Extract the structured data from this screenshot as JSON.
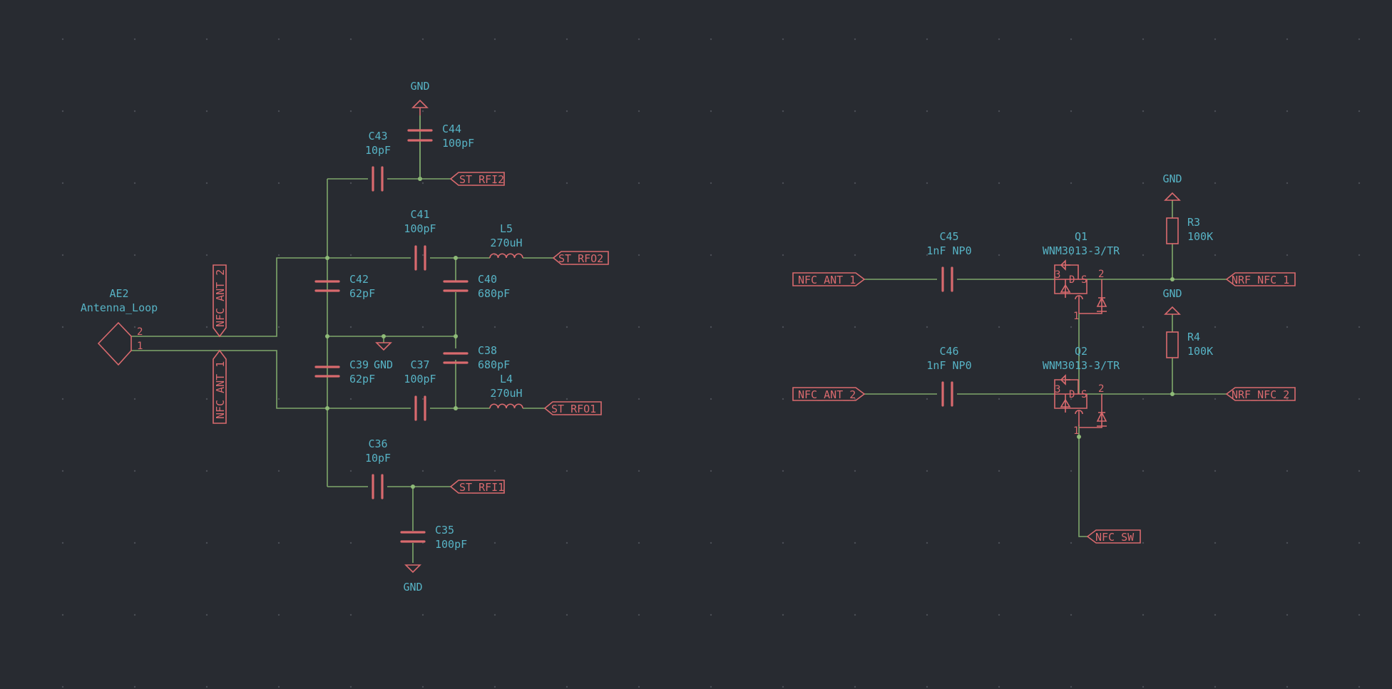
{
  "components": {
    "ae2": {
      "ref": "AE2",
      "value": "Antenna_Loop",
      "pin2": "2",
      "pin1": "1"
    },
    "c43": {
      "ref": "C43",
      "value": "10pF"
    },
    "c44": {
      "ref": "C44",
      "value": "100pF"
    },
    "c41": {
      "ref": "C41",
      "value": "100pF"
    },
    "l5": {
      "ref": "L5",
      "value": "270uH"
    },
    "c42": {
      "ref": "C42",
      "value": "62pF"
    },
    "c40": {
      "ref": "C40",
      "value": "680pF"
    },
    "c39": {
      "ref": "C39",
      "value": "62pF"
    },
    "c37": {
      "ref": "C37",
      "value": "100pF"
    },
    "c38": {
      "ref": "C38",
      "value": "680pF"
    },
    "l4": {
      "ref": "L4",
      "value": "270uH"
    },
    "c36": {
      "ref": "C36",
      "value": "10pF"
    },
    "c35": {
      "ref": "C35",
      "value": "100pF"
    },
    "c45": {
      "ref": "C45",
      "value": "1nF NP0"
    },
    "c46": {
      "ref": "C46",
      "value": "1nF NP0"
    },
    "q1": {
      "ref": "Q1",
      "value": "WNM3013-3/TR",
      "pin3": "3",
      "pin2": "2",
      "pin1": "1",
      "d": "D",
      "s": "S"
    },
    "q2": {
      "ref": "Q2",
      "value": "WNM3013-3/TR",
      "pin3": "3",
      "pin2": "2",
      "pin1": "1",
      "d": "D",
      "s": "S"
    },
    "r3": {
      "ref": "R3",
      "value": "100K"
    },
    "r4": {
      "ref": "R4",
      "value": "100K"
    }
  },
  "power": {
    "gnd_top": "GND",
    "gnd_mid": "GND",
    "gnd_bottom": "GND",
    "gnd_r3": "GND",
    "gnd_r4": "GND"
  },
  "labels": {
    "st_rfi2": "ST_RFI2",
    "st_rfo2": "ST_RFO2",
    "st_rfo1": "ST_RFO1",
    "st_rfi1": "ST_RFI1",
    "nfc_ant_2_vert": "NFC_ANT_2",
    "nfc_ant_1_vert": "NFC_ANT_1",
    "nfc_ant_1": "NFC_ANT_1",
    "nfc_ant_2": "NFC_ANT_2",
    "nrf_nfc_1": "NRF_NFC_1",
    "nrf_nfc_2": "NRF_NFC_2",
    "nfc_sw": "NFC_SW"
  },
  "colors": {
    "background": "#282b31",
    "wire": "#7fa86b",
    "symbol": "#d96a6e",
    "text": "#57b3c5"
  }
}
